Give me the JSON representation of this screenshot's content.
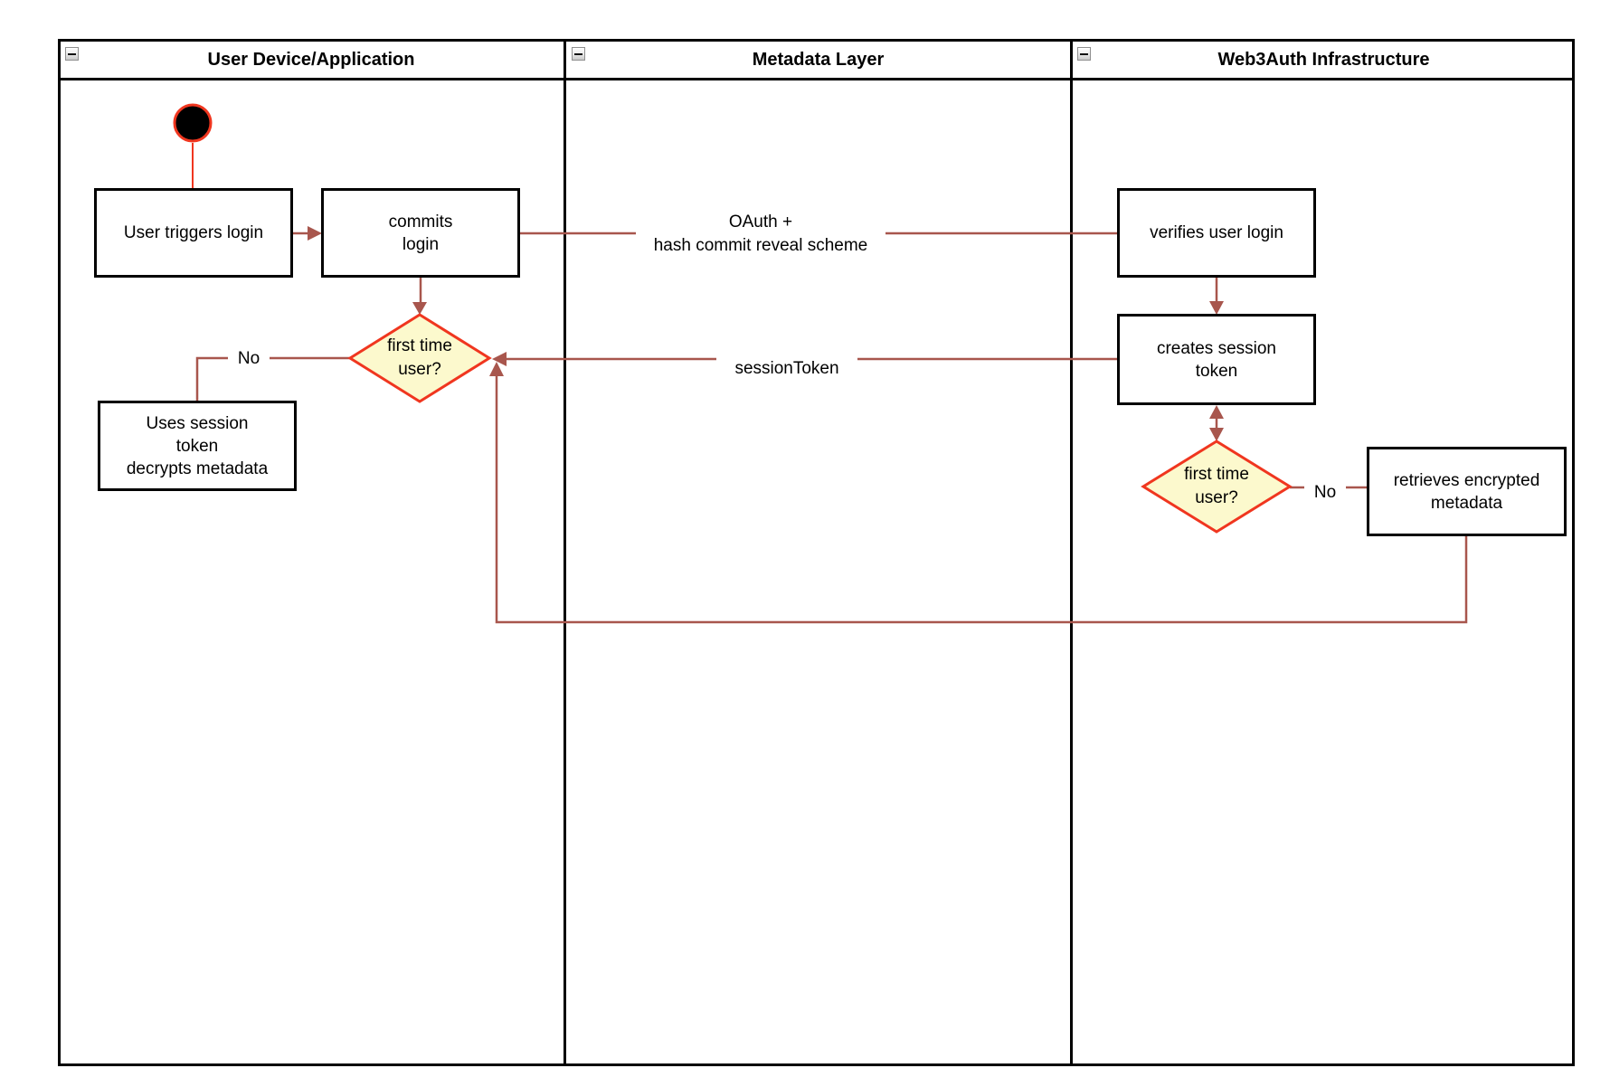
{
  "diagram": {
    "type": "swimlane-activity-diagram",
    "lanes": [
      {
        "title": "User Device/Application"
      },
      {
        "title": "Metadata Layer"
      },
      {
        "title": "Web3Auth Infrastructure"
      }
    ],
    "nodes": {
      "start": {
        "shape": "initial-state-circle"
      },
      "user_triggers_login": {
        "label": "User triggers login"
      },
      "commits_login": {
        "label": "commits\nlogin"
      },
      "verifies_user_login": {
        "label": "verifies user login"
      },
      "creates_session_token": {
        "label": "creates session\ntoken"
      },
      "first_time_user_device": {
        "label": "first time\nuser?"
      },
      "uses_session_token": {
        "label": "Uses session\ntoken\ndecrypts metadata"
      },
      "first_time_user_infra": {
        "label": "first time\nuser?"
      },
      "retrieves_encrypted_metadata": {
        "label": "retrieves encrypted\nmetadata"
      }
    },
    "edge_labels": {
      "oauth": "OAuth +\nhash commit reveal scheme",
      "session_token": "sessionToken",
      "no_device": "No",
      "no_infra": "No"
    },
    "colors": {
      "node_border": "#000000",
      "node_fill": "#ffffff",
      "decision_fill": "#fcf9cd",
      "decision_border": "#f0361f",
      "start_fill": "#000000",
      "start_border": "#f0361f",
      "connector": "#a8564d",
      "text": "#000000"
    }
  }
}
